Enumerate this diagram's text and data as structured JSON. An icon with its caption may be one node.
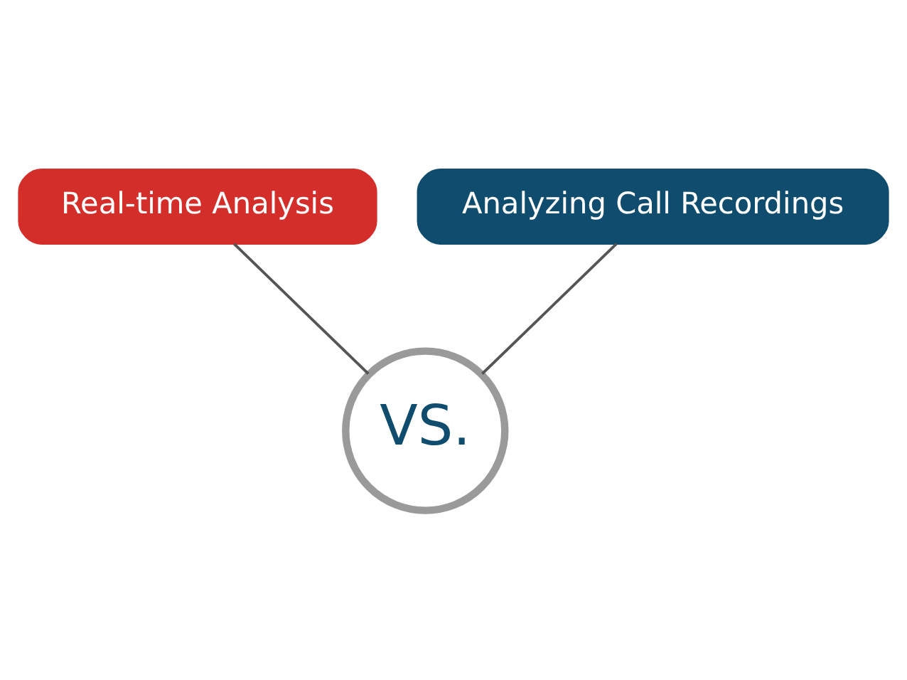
{
  "diagram": {
    "nodes": [
      {
        "text": [
          "Real-time Analysis"
        ]
      },
      {
        "text": [
          "Analyzing Call Recordings"
        ]
      },
      {
        "text": [
          "VS."
        ]
      }
    ],
    "edges": [
      {
        "from": 0,
        "to": 2,
        "arrow": "none"
      },
      {
        "from": 1,
        "to": 2,
        "arrow": "none"
      }
    ]
  }
}
